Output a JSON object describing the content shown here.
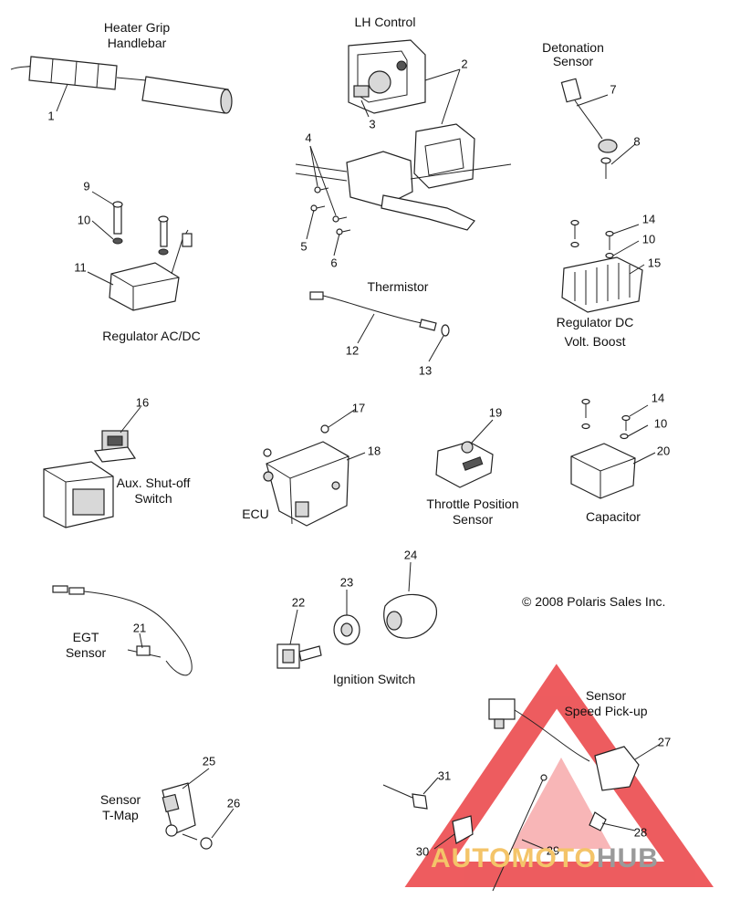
{
  "labels": {
    "heater_grip": [
      "Heater Grip",
      "Handlebar"
    ],
    "lh_control": [
      "LH Control"
    ],
    "detonation_sensor": [
      "Detonation",
      "Sensor"
    ],
    "regulator_acdc": [
      "Regulator AC/DC"
    ],
    "thermistor": [
      "Thermistor"
    ],
    "regulator_dc": [
      "Regulator DC",
      "Volt. Boost"
    ],
    "aux_shutoff": [
      "Aux. Shut-off",
      "Switch"
    ],
    "ecu": [
      "ECU"
    ],
    "throttle_position": [
      "Throttle Position",
      "Sensor"
    ],
    "capacitor": [
      "Capacitor"
    ],
    "egt_sensor": [
      "EGT",
      "Sensor"
    ],
    "ignition_switch": [
      "Ignition Switch"
    ],
    "speed_pickup": [
      "Sensor",
      "Speed Pick-up"
    ],
    "tmap_sensor": [
      "Sensor",
      "T-Map"
    ]
  },
  "callouts": [
    "1",
    "2",
    "3",
    "4",
    "5",
    "6",
    "7",
    "8",
    "9",
    "10",
    "11",
    "12",
    "13",
    "14",
    "10",
    "15",
    "16",
    "17",
    "18",
    "19",
    "14",
    "10",
    "20",
    "21",
    "22",
    "23",
    "24",
    "25",
    "26",
    "27",
    "28",
    "29",
    "30",
    "31"
  ],
  "copyright": "© 2008 Polaris Sales Inc.",
  "watermark": {
    "part1": "AUTOMOTO",
    "part2": "HUB",
    "color_triangle": "#e8262a",
    "color_text1": "#f4c469",
    "color_text2": "#9a9a9a"
  }
}
